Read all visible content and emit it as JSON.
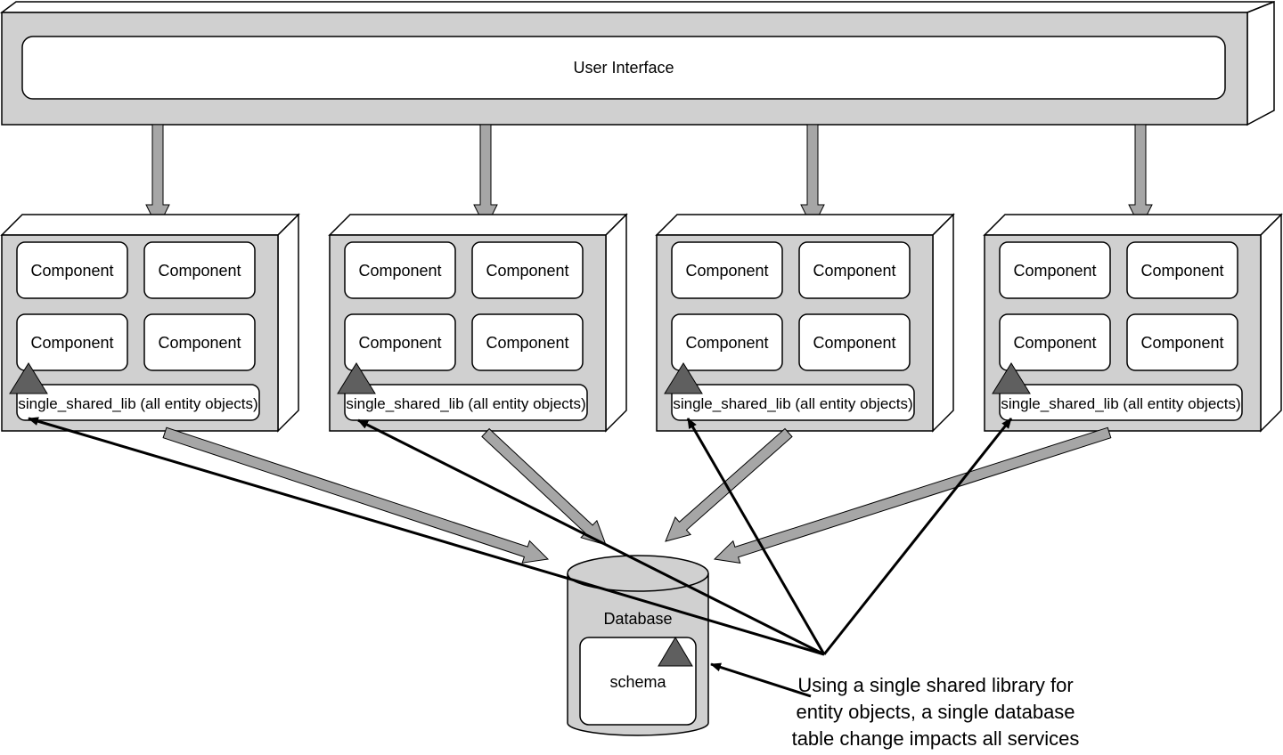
{
  "user_interface": {
    "label": "User Interface"
  },
  "services": [
    {
      "components": [
        "Component",
        "Component",
        "Component",
        "Component"
      ],
      "shared_lib": "single_shared_lib (all entity objects)"
    },
    {
      "components": [
        "Component",
        "Component",
        "Component",
        "Component"
      ],
      "shared_lib": "single_shared_lib (all entity objects)"
    },
    {
      "components": [
        "Component",
        "Component",
        "Component",
        "Component"
      ],
      "shared_lib": "single_shared_lib (all entity objects)"
    },
    {
      "components": [
        "Component",
        "Component",
        "Component",
        "Component"
      ],
      "shared_lib": "single_shared_lib (all entity objects)"
    }
  ],
  "database": {
    "label": "Database",
    "schema_label": "schema"
  },
  "annotation": {
    "lines": [
      "Using a single shared library for",
      "entity objects, a single database",
      "table change impacts all services"
    ]
  },
  "colors": {
    "box_fill": "#d0d0d0",
    "panel_fill": "#ffffff",
    "stroke": "#000000",
    "arrow_gray": "#a6a6a6",
    "triangle_fill": "#5f5f5f"
  }
}
